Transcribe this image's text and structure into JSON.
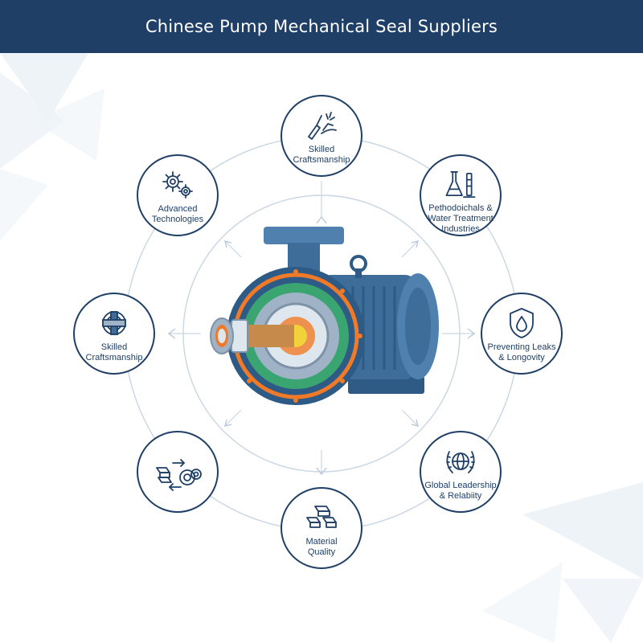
{
  "header": {
    "title": "Chinese Pump Mechanical Seal Suppliers"
  },
  "center": {
    "icon": "centrifugal-pump-cutaway"
  },
  "nodes": [
    {
      "id": "top",
      "icon": "welding-hand-icon",
      "line1": "Skilled",
      "line2": "Craftsmanship",
      "line3": ""
    },
    {
      "id": "top-right",
      "icon": "lab-flask-icon",
      "line1": "Pethodoichals &",
      "line2": "Water Treatment",
      "line3": "Industries"
    },
    {
      "id": "right",
      "icon": "shield-drop-icon",
      "line1": "Preventing Leaks",
      "line2": "& Longovity",
      "line3": ""
    },
    {
      "id": "bottom-right",
      "icon": "laurel-globe-icon",
      "line1": "Global Leadership",
      "line2": "& Relabiity",
      "line3": ""
    },
    {
      "id": "bottom",
      "icon": "material-blocks-icon",
      "line1": "Material",
      "line2": "Quality",
      "line3": ""
    },
    {
      "id": "bottom-left",
      "icon": "process-flow-icon",
      "line1": "",
      "line2": "",
      "line3": ""
    },
    {
      "id": "left",
      "icon": "seal-cross-section-icon",
      "line1": "Skilled",
      "line2": "Craftsmanship",
      "line3": ""
    },
    {
      "id": "top-left",
      "icon": "gears-icon",
      "line1": "Advanced",
      "line2": "Technologies",
      "line3": ""
    }
  ],
  "colors": {
    "navy": "#1f3f66",
    "steel_blue": "#3f6d9a",
    "ring": "#c9d6e4",
    "orange": "#f07a28",
    "green": "#3fbf6a",
    "background_shape": "#eef3f8"
  }
}
